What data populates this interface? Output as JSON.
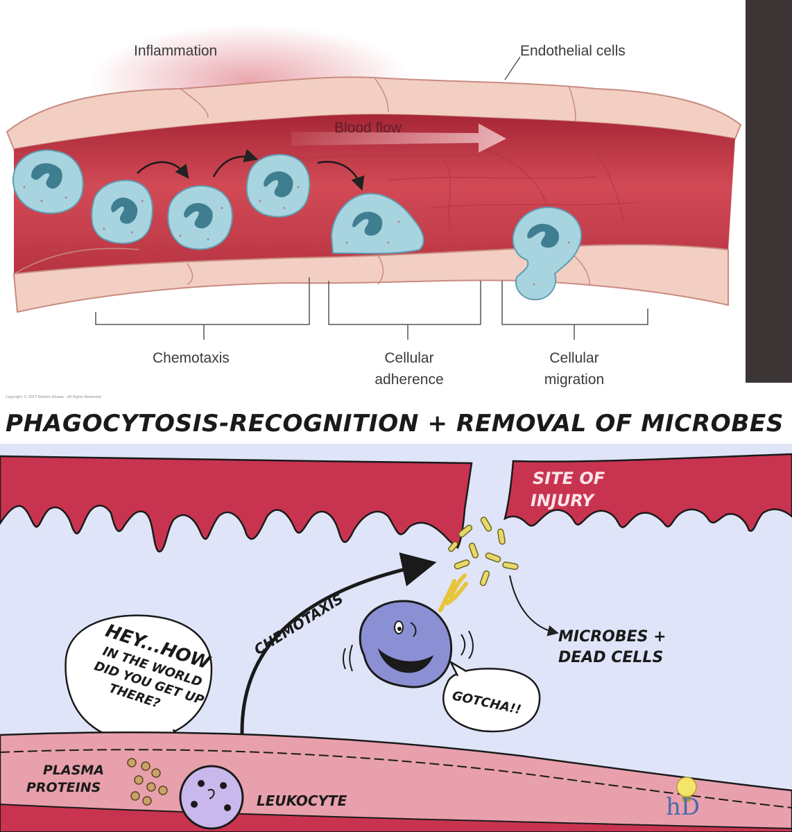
{
  "top_panel": {
    "label_inflammation": "Inflammation",
    "label_endothelial": "Endothelial cells",
    "label_blood_flow": "Blood flow",
    "label_chemotaxis": "Chemotaxis",
    "label_adherence_1": "Cellular",
    "label_adherence_2": "adherence",
    "label_migration_1": "Cellular",
    "label_migration_2": "migration",
    "copyright": "Copyright © 2017 Wolters Kluwer · All Rights Reserved"
  },
  "bottom_panel": {
    "title": "PHAGOCYTOSIS-RECOGNITION + REMOVAL OF MICROBES",
    "site_of_injury_1": "SITE OF",
    "site_of_injury_2": "INJURY",
    "chemotaxis": "CHEMOTAXIS",
    "microbes_1": "MICROBES +",
    "microbes_2": "DEAD CELLS",
    "bubble_hey_1": "HEY...HOW",
    "bubble_hey_2": "IN THE WORLD",
    "bubble_hey_3": "DID YOU GET UP",
    "bubble_hey_4": "THERE?",
    "bubble_gotcha": "GOTCHA!!",
    "plasma_1": "PLASMA",
    "plasma_2": "PROTEINS",
    "leukocyte": "LEUKOCYTE",
    "logo_text": "hD"
  },
  "colors": {
    "vessel_lumen": "#c83c48",
    "vessel_wall": "#f2cfc2",
    "cell_body": "#a8d4e0",
    "cell_nucleus": "#3f7e90",
    "comic_blood": "#c8344f",
    "comic_tissue": "#dfe4f8",
    "dark_bar": "#3b3536"
  }
}
